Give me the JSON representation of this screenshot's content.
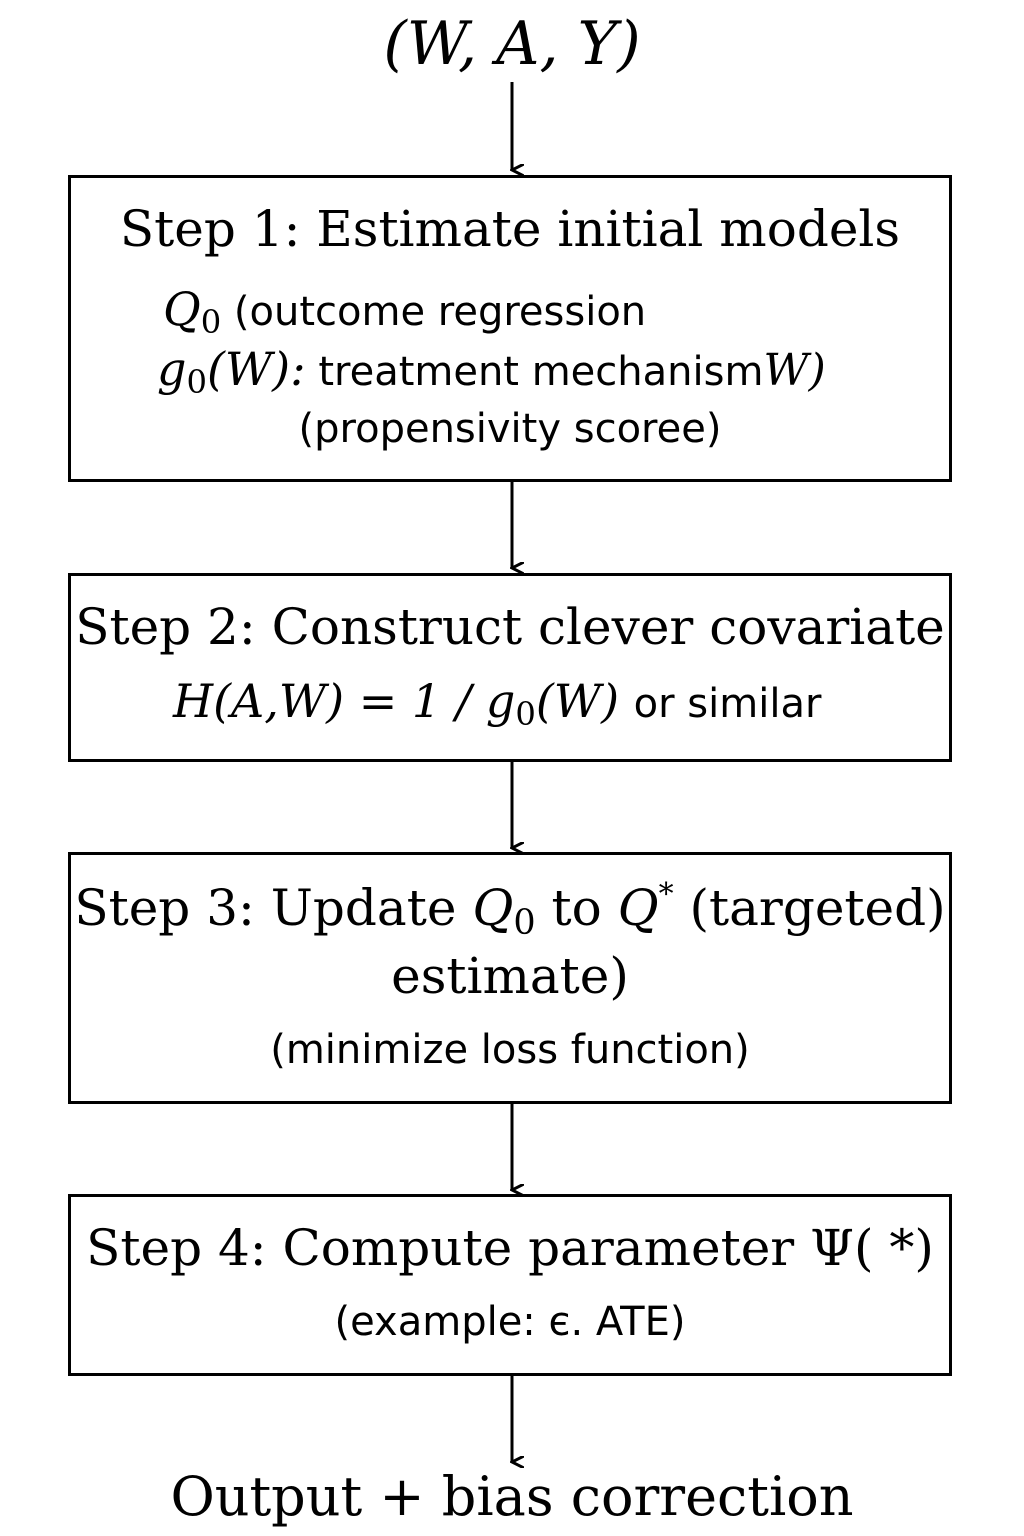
{
  "input": {
    "label": "(W, A, Y)"
  },
  "step1": {
    "title": "Step 1: Estimate initial models",
    "q0_symbol": "Q",
    "q0_sub": "0",
    "q0_desc": "(outcome regression",
    "g0_symbol": "g",
    "g0_sub": "0",
    "g0_arg": "(W):",
    "g0_desc": "treatment mechanism",
    "g0_tail": "W)",
    "note": "(propensivity scoree)"
  },
  "step2": {
    "title": "Step 2: Construct clever covariate",
    "formula": "H(A,W) = 1 / g",
    "formula_sub": "0",
    "formula_tail": "(W)",
    "suffix": "or similar"
  },
  "step3": {
    "title_pre": "Step 3: Update",
    "q0": "Q",
    "q0_sub": "0",
    "to": "to",
    "qstar": "Q",
    "star": "*",
    "title_post": "(targeted)",
    "line2": "estimate)",
    "note": "(minimize loss function)"
  },
  "step4": {
    "title": "Step 4: Compute parameter Ψ( *)",
    "note": "(example: є. ATE)"
  },
  "output": {
    "label": "Output + bias correction"
  }
}
